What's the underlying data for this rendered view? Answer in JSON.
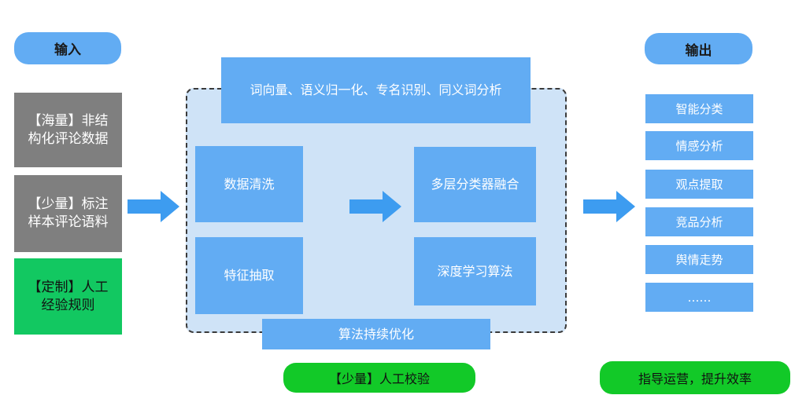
{
  "input": {
    "header": "输入",
    "items": [
      "【海量】非结\n构化评论数据",
      "【少量】标注\n样本评论语料",
      "【定制】人工\n经验规则"
    ]
  },
  "process": {
    "top_label": "词向量、语义归一化、专名识别、同义词分析",
    "left_steps": [
      "数据清洗",
      "特征抽取"
    ],
    "right_steps": [
      "多层分类器融合",
      "深度学习算法"
    ],
    "bottom_label": "算法持续优化",
    "feedback_label": "【少量】人工校验"
  },
  "output": {
    "header": "输出",
    "items": [
      "智能分类",
      "情感分析",
      "观点提取",
      "竞品分析",
      "舆情走势",
      "……"
    ],
    "result_label": "指导运营，提升效率"
  },
  "colors": {
    "blue": "#62acf3",
    "gray": "#7f7f7f",
    "green": "#12c861",
    "arrow": "#3d9cf0",
    "panel": "#cfe3f7"
  }
}
